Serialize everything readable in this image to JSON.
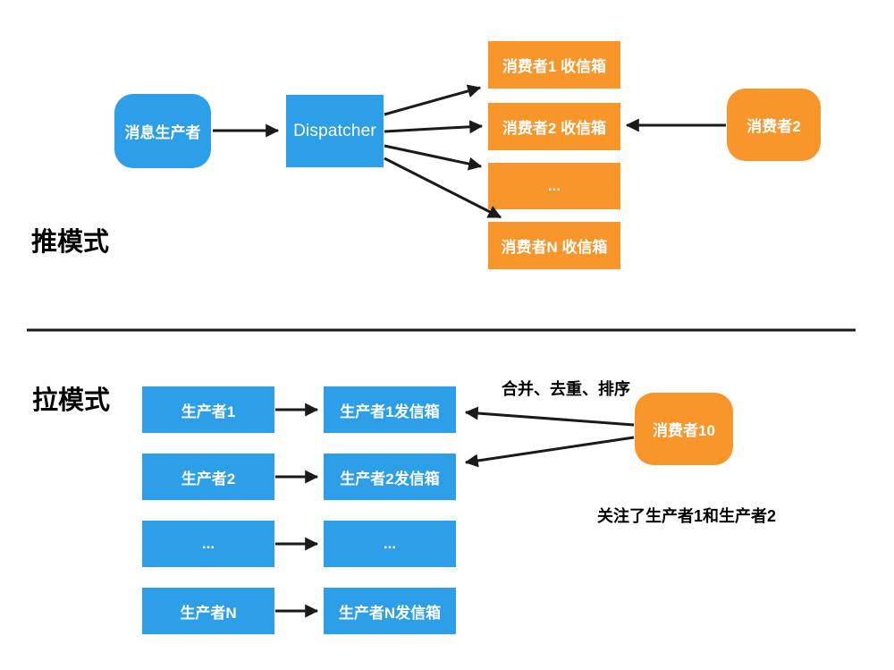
{
  "colors": {
    "blue": "#2D9EE8",
    "orange": "#F8962B",
    "line": "#1a1a1a"
  },
  "push": {
    "section_label": "推模式",
    "producer": "消息生产者",
    "dispatcher": "Dispatcher",
    "inboxes": [
      "消费者1 收信箱",
      "消费者2 收信箱",
      "...",
      "消费者N 收信箱"
    ],
    "consumer": "消费者2"
  },
  "pull": {
    "section_label": "拉模式",
    "producers": [
      "生产者1",
      "生产者2",
      "...",
      "生产者N"
    ],
    "outboxes": [
      "生产者1发信箱",
      "生产者2发信箱",
      "...",
      "生产者N发信箱"
    ],
    "consumer": "消费者10",
    "annotation_top": "合并、去重、排序",
    "annotation_bottom": "关注了生产者1和生产者2"
  }
}
